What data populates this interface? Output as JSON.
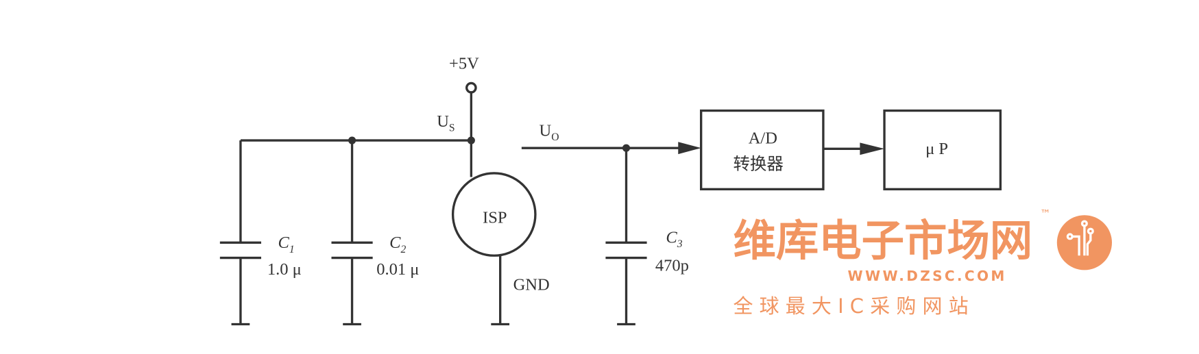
{
  "supply": {
    "label": "+5V",
    "node_us": "U",
    "node_us_sub": "S",
    "node_uo": "U",
    "node_uo_sub": "O"
  },
  "components": {
    "c1": {
      "name": "C",
      "sub": "1",
      "value": "1.0 μ"
    },
    "c2": {
      "name": "C",
      "sub": "2",
      "value": "0.01 μ"
    },
    "c3": {
      "name": "C",
      "sub": "3",
      "value": "470p"
    },
    "sensor": {
      "label": "ISP"
    },
    "gnd": {
      "label": "GND"
    }
  },
  "blocks": {
    "adc": {
      "line1": "A/D",
      "line2": "转换器"
    },
    "mcu": {
      "label": "μ P"
    }
  },
  "watermark": {
    "brand": "维库电子市场网",
    "tm": "™",
    "url": "WWW.DZSC.COM",
    "slogan": "全 球 最 大 I C 采 购 网 站",
    "color": "#f08a50"
  }
}
